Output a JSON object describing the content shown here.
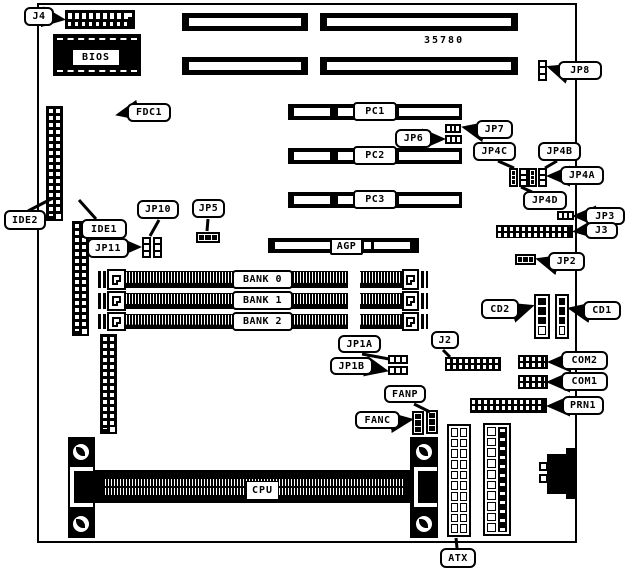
{
  "diagram": {
    "type": "motherboard-layout",
    "part_number": "35780",
    "colors": {
      "ink": "#000000",
      "paper": "#ffffff"
    },
    "callouts": {
      "j4": "J4",
      "bios": "BIOS",
      "fdc1": "FDC1",
      "ide2": "IDE2",
      "ide1": "IDE1",
      "jp11": "JP11",
      "jp10": "JP10",
      "jp5": "JP5",
      "pc1": "PC1",
      "pc2": "PC2",
      "pc3": "PC3",
      "agp": "AGP",
      "jp8": "JP8",
      "jp7": "JP7",
      "jp6": "JP6",
      "jp4c": "JP4C",
      "jp4b": "JP4B",
      "jp4a": "JP4A",
      "jp4d": "JP4D",
      "jp3": "JP3",
      "j3": "J3",
      "jp2": "JP2",
      "cd2": "CD2",
      "cd1": "CD1",
      "com2": "COM2",
      "com1": "COM1",
      "prn1": "PRN1",
      "j2": "J2",
      "jp1a": "JP1A",
      "jp1b": "JP1B",
      "fanp": "FANP",
      "fanc": "FANC",
      "bank0": "BANK 0",
      "bank1": "BANK 1",
      "bank2": "BANK 2",
      "cpu": "CPU",
      "atx": "ATX"
    }
  }
}
